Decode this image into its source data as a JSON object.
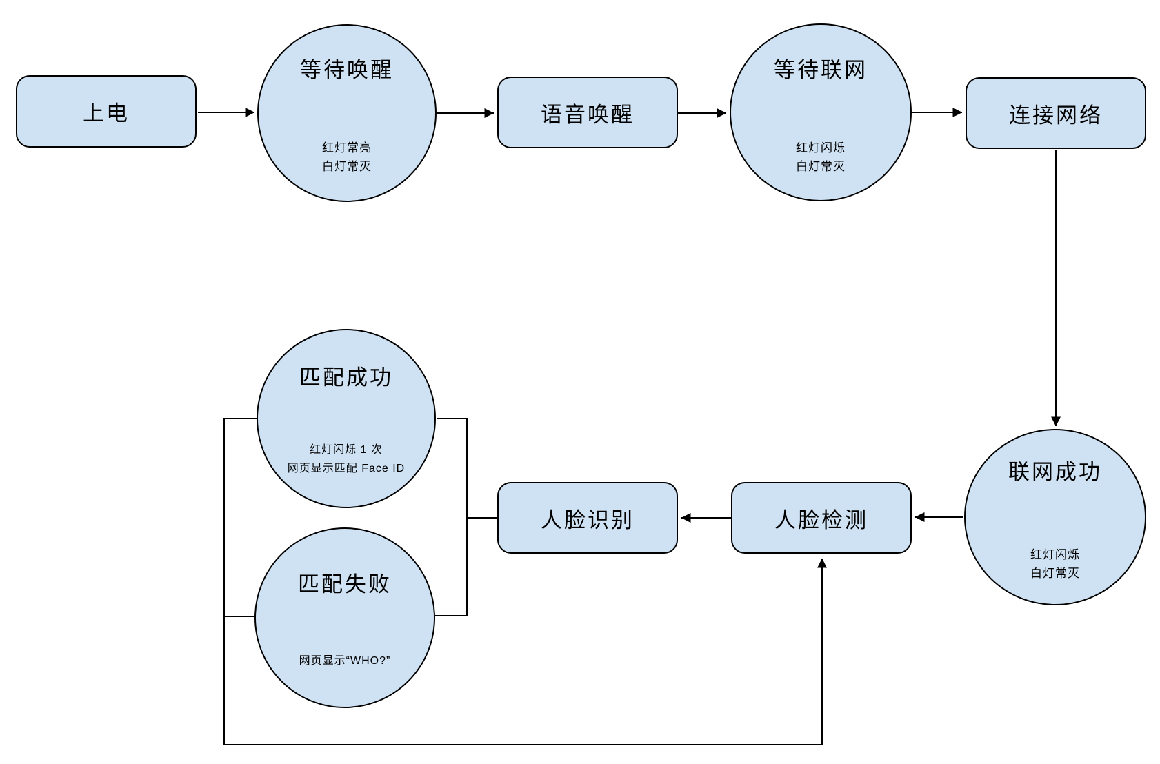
{
  "nodes": {
    "power_on": {
      "label": "上电"
    },
    "wait_wake": {
      "label": "等待唤醒",
      "note": "红灯常亮\n白灯常灭"
    },
    "voice_wake": {
      "label": "语音唤醒"
    },
    "wait_network": {
      "label": "等待联网",
      "note": "红灯闪烁\n白灯常灭"
    },
    "connect_network": {
      "label": "连接网络"
    },
    "network_success": {
      "label": "联网成功",
      "note": "红灯闪烁\n白灯常灭"
    },
    "face_detect": {
      "label": "人脸检测"
    },
    "face_recognize": {
      "label": "人脸识别"
    },
    "match_success": {
      "label": "匹配成功",
      "note": "红灯闪烁 1 次\n网页显示匹配 Face ID"
    },
    "match_fail": {
      "label": "匹配失败",
      "note": "网页显示“WHO?”"
    }
  },
  "edges": [
    {
      "from": "上电",
      "to": "等待唤醒"
    },
    {
      "from": "等待唤醒",
      "to": "语音唤醒"
    },
    {
      "from": "语音唤醒",
      "to": "等待联网"
    },
    {
      "from": "等待联网",
      "to": "连接网络"
    },
    {
      "from": "连接网络",
      "to": "联网成功"
    },
    {
      "from": "联网成功",
      "to": "人脸检测"
    },
    {
      "from": "人脸检测",
      "to": "人脸识别"
    },
    {
      "from": "人脸识别",
      "to": "匹配成功"
    },
    {
      "from": "人脸识别",
      "to": "匹配失败"
    },
    {
      "from": "匹配成功",
      "to": "人脸检测"
    },
    {
      "from": "匹配失败",
      "to": "人脸检测"
    }
  ],
  "colors": {
    "node_fill": "#cfe2f3",
    "node_stroke": "#000000",
    "connector": "#000000",
    "background": "#ffffff"
  }
}
